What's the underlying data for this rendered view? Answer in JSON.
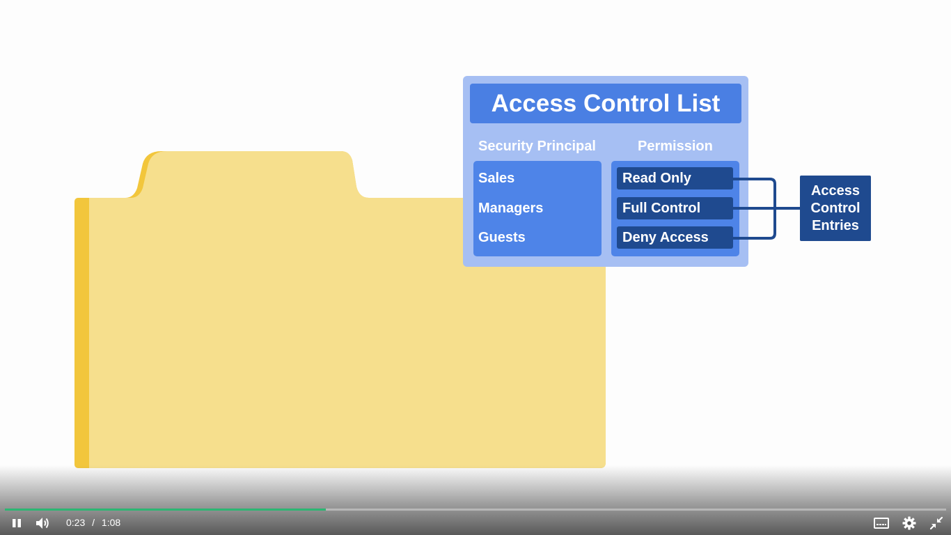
{
  "acl": {
    "title": "Access Control List",
    "column_principal": "Security Principal",
    "column_permission": "Permission",
    "principals": [
      "Sales",
      "Managers",
      "Guests"
    ],
    "permissions": [
      "Read Only",
      "Full Control",
      "Deny Access"
    ]
  },
  "ace": {
    "line1": "Access",
    "line2": "Control",
    "line3": "Entries"
  },
  "player": {
    "current_time": "0:23",
    "separator": "/",
    "duration": "1:08",
    "progress_fraction": 0.341,
    "accent_color": "#2cb673",
    "icons": {
      "play_pause": "pause-icon",
      "volume": "volume-icon",
      "captions": "captions-icon",
      "settings": "gear-icon",
      "fullscreen": "exit-fullscreen-icon"
    }
  },
  "colors": {
    "folder": "#f6df8d",
    "folder_edge": "#f2c63c",
    "acl_panel": "#a6bff3",
    "acl_title": "#4a7fe3",
    "entry_dark": "#1f4a8f"
  }
}
